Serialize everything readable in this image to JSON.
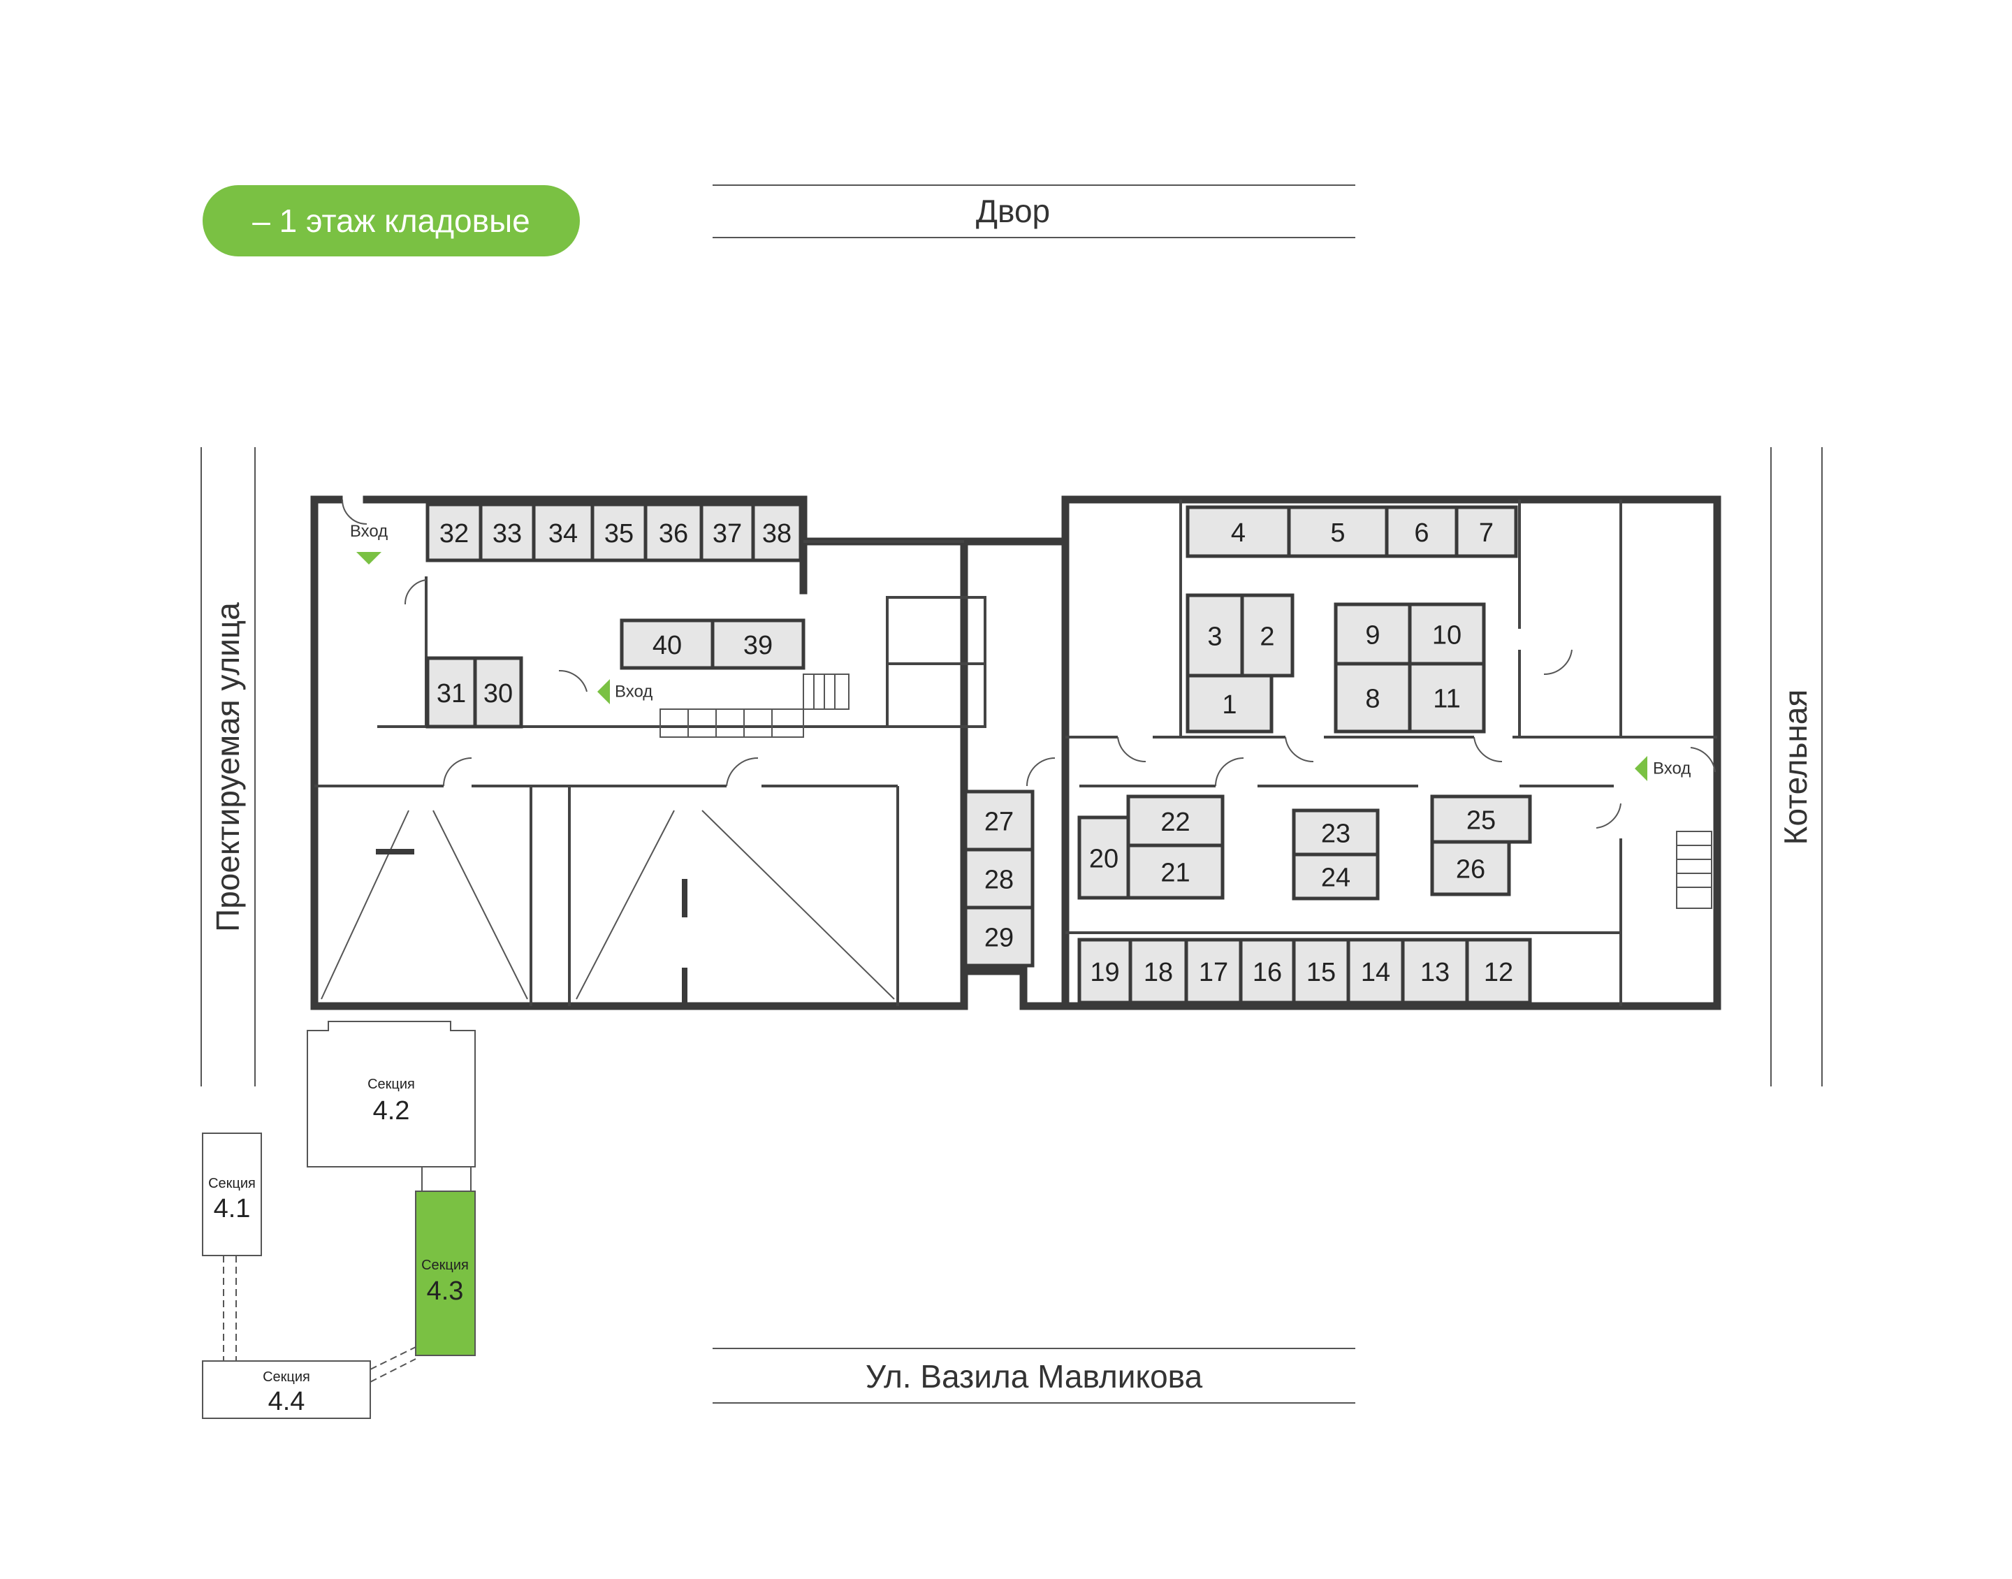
{
  "floor_label": "– 1 этаж кладовые",
  "streets": {
    "top": "Двор",
    "bottom": "Ул. Вазила Мавликова",
    "left": "Проектируемая улица",
    "right": "Котельная"
  },
  "entrance_label": "Вход",
  "sections": {
    "caption": "Секция",
    "s41": "4.1",
    "s42": "4.2",
    "s43": "4.3",
    "s44": "4.4"
  },
  "selected_storage": "38",
  "selected_section": "4.3",
  "colors": {
    "accent": "#7ac143",
    "highlight_fill": "#c8e6a8",
    "room_fill": "#e6e6e6",
    "wall": "#3a3a3a"
  },
  "storages": [
    "1",
    "2",
    "3",
    "4",
    "5",
    "6",
    "7",
    "8",
    "9",
    "10",
    "11",
    "12",
    "13",
    "14",
    "15",
    "16",
    "17",
    "18",
    "19",
    "20",
    "21",
    "22",
    "23",
    "24",
    "25",
    "26",
    "27",
    "28",
    "29",
    "30",
    "31",
    "32",
    "33",
    "34",
    "35",
    "36",
    "37",
    "38",
    "39",
    "40"
  ]
}
